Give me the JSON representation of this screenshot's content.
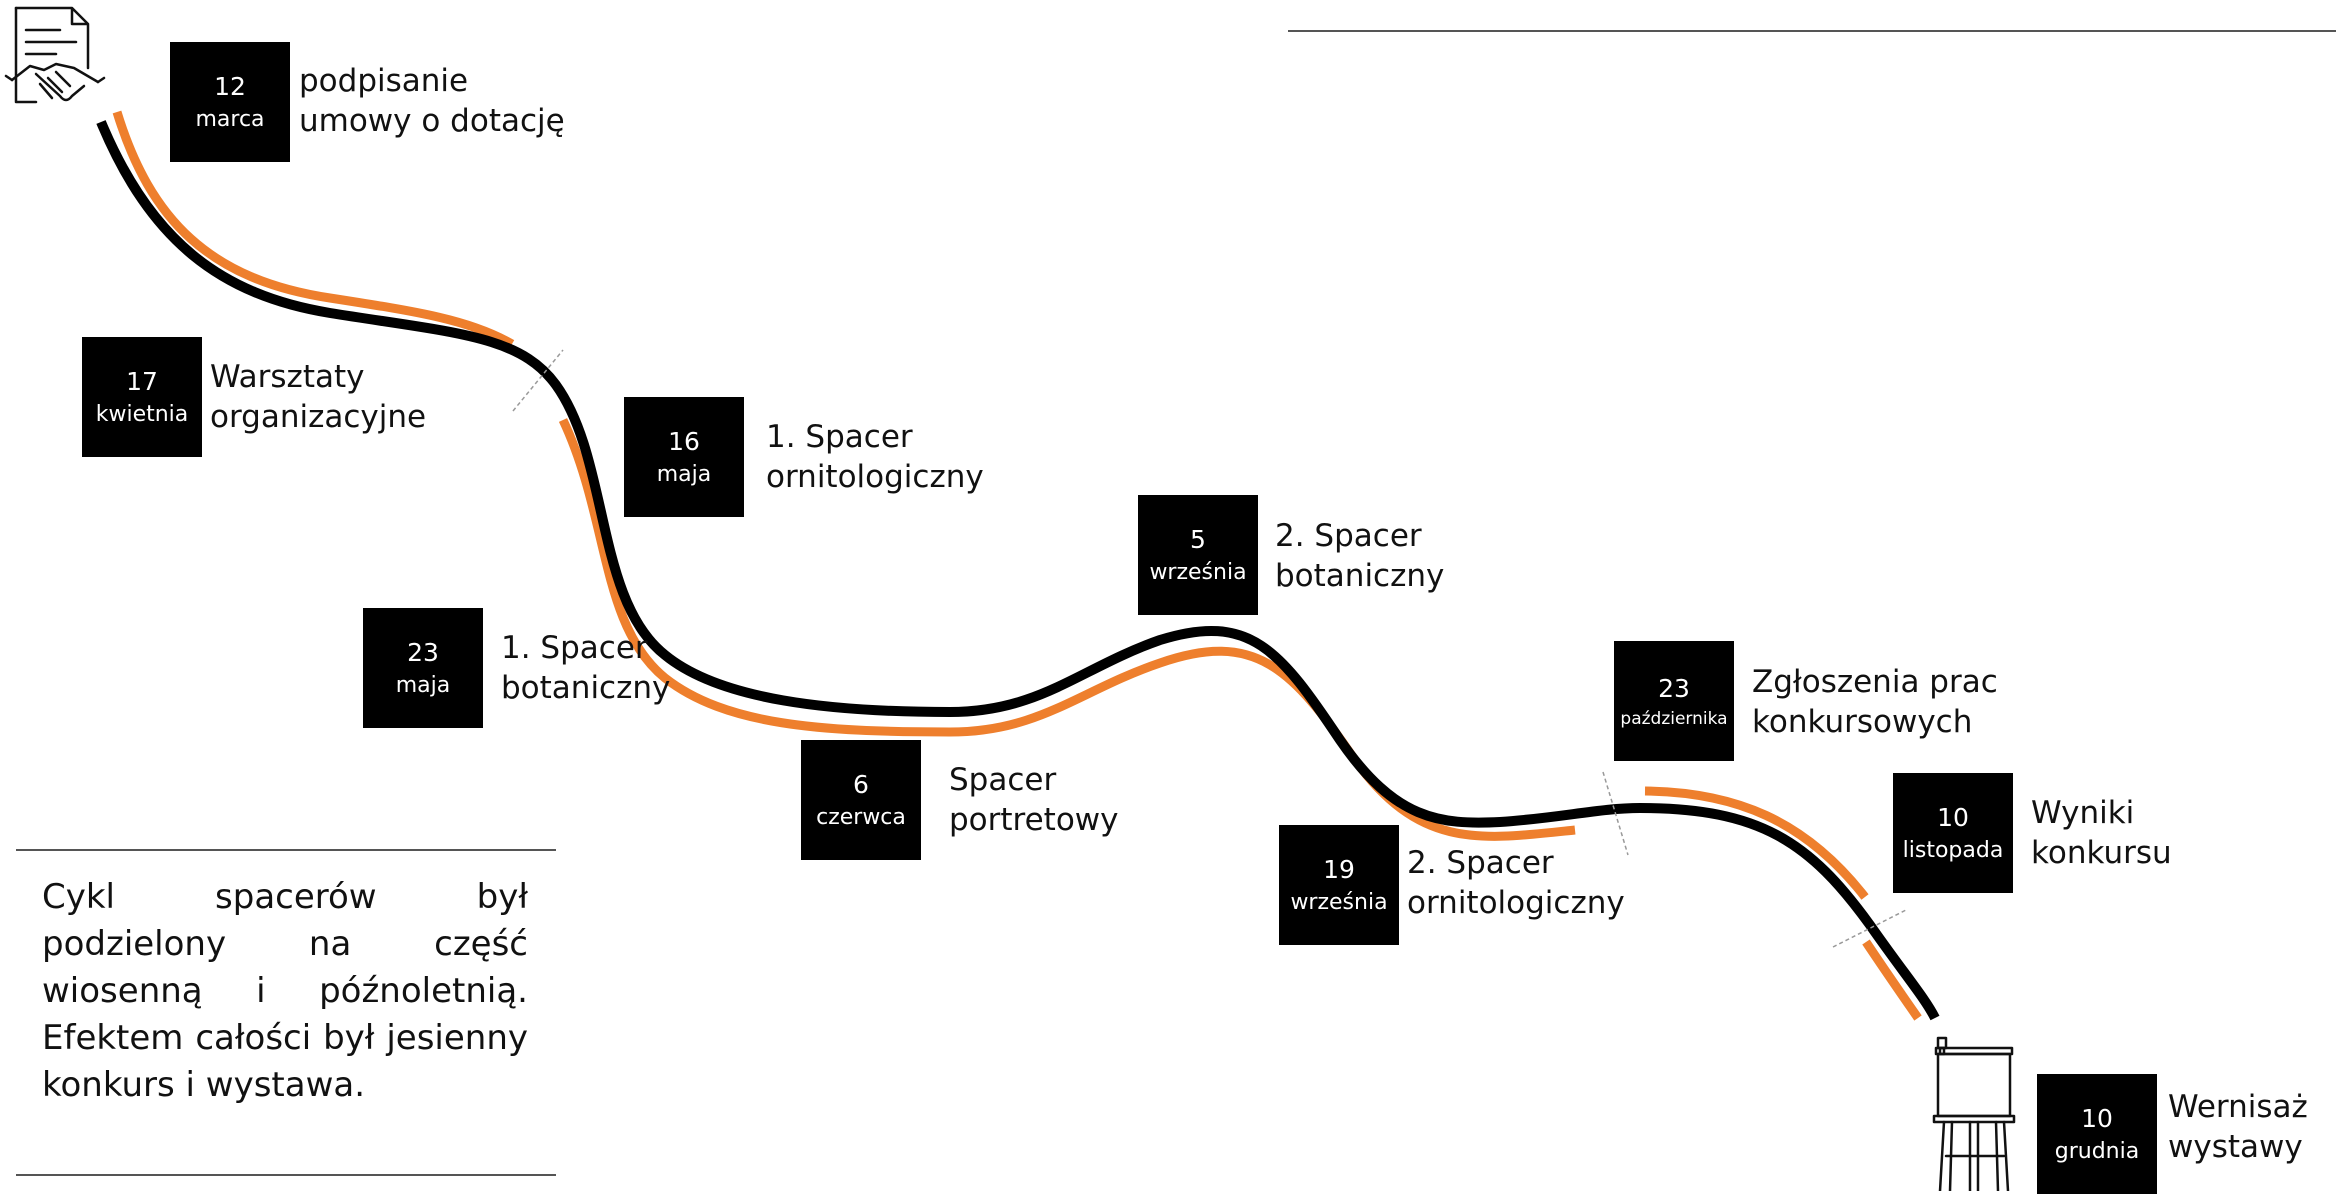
{
  "events": [
    {
      "day": "12",
      "month": "marca",
      "line1": "podpisanie",
      "line2": "umowy o dotację"
    },
    {
      "day": "17",
      "month": "kwietnia",
      "line1": "Warsztaty",
      "line2": "organizacyjne"
    },
    {
      "day": "16",
      "month": "maja",
      "line1": "1. Spacer",
      "line2": "ornitologiczny"
    },
    {
      "day": "23",
      "month": "maja",
      "line1": "1. Spacer",
      "line2": "botaniczny"
    },
    {
      "day": "6",
      "month": "czerwca",
      "line1": "Spacer",
      "line2": "portretowy"
    },
    {
      "day": "5",
      "month": "września",
      "line1": "2. Spacer",
      "line2": "botaniczny"
    },
    {
      "day": "19",
      "month": "września",
      "line1": "2. Spacer",
      "line2": "ornitologiczny"
    },
    {
      "day": "23",
      "month": "października",
      "line1": "Zgłoszenia prac",
      "line2": "konkursowych"
    },
    {
      "day": "10",
      "month": "listopada",
      "line1": "Wyniki",
      "line2": "konkursu"
    },
    {
      "day": "10",
      "month": "grudnia",
      "line1": "Wernisaż",
      "line2": "wystawy"
    }
  ],
  "summary": "Cykl spacerów był podzielony na część wiosenną i późnoletnią. Efektem całości był jesienny konkurs i wystawa.",
  "icons": {
    "start": "contract-handshake-icon",
    "end": "easel-icon"
  },
  "colors": {
    "accent": "#EE7F2D",
    "path": "#000000",
    "box": "#000000"
  }
}
